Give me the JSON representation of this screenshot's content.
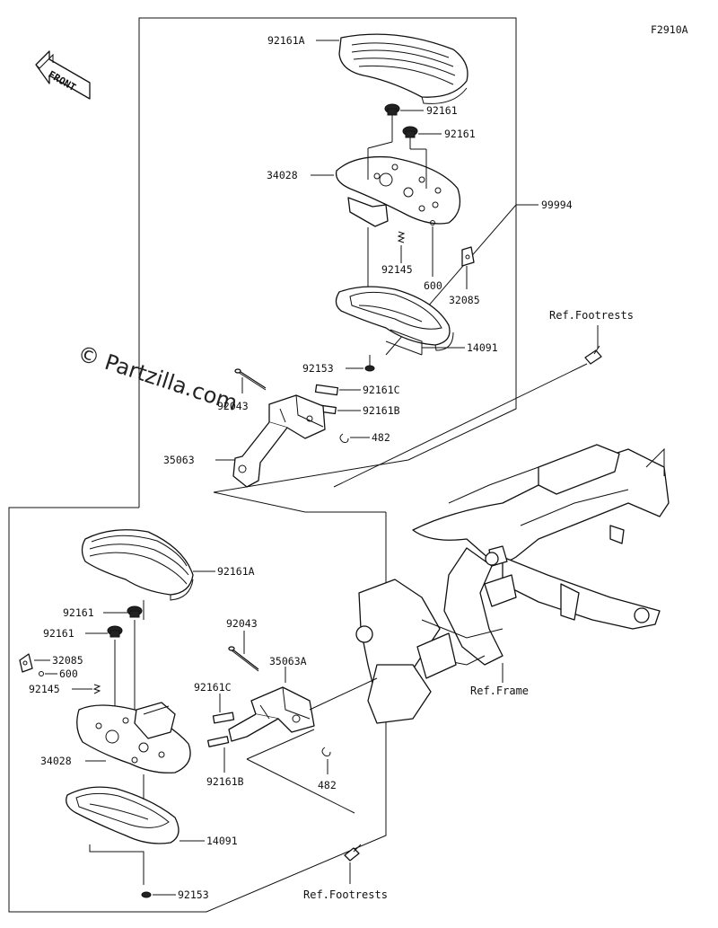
{
  "figure_code": "F2910A",
  "front_label": "FRONT",
  "watermark": "© Partzilla.com",
  "callouts": {
    "upper": {
      "pad": "92161A",
      "grommet_a": "92161",
      "grommet_b": "92161",
      "board": "34028",
      "assembly": "99994",
      "spring": "92145",
      "ball": "600",
      "plate": "32085",
      "ref_footrests": "Ref.Footrests",
      "base": "14091",
      "nut": "92153",
      "pin": "92043",
      "pad_c": "92161C",
      "pad_b": "92161B",
      "clip": "482",
      "bracket": "35063"
    },
    "lower": {
      "pad": "92161A",
      "grommet_a": "92161",
      "grommet_b": "92161",
      "plate": "32085",
      "ball": "600",
      "spring": "92145",
      "pin": "92043",
      "bracket": "35063A",
      "pad_c": "92161C",
      "board": "34028",
      "pad_b": "92161B",
      "clip": "482",
      "base": "14091",
      "nut": "92153",
      "ref_frame": "Ref.Frame",
      "ref_footrests": "Ref.Footrests"
    }
  }
}
